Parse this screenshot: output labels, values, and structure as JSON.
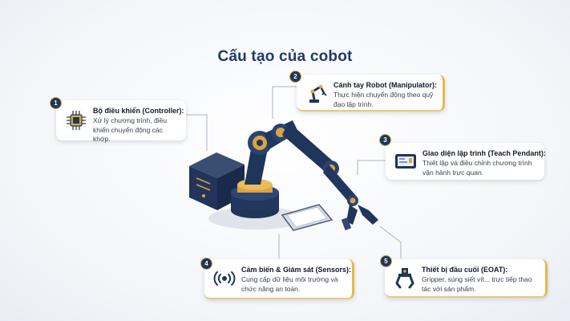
{
  "title": "Cấu tạo của cobot",
  "components": [
    {
      "num": "1",
      "heading": "Bộ điều khiển (Controller):",
      "desc": "Xử lý chương trình, điều khiển chuyển động các khớp.",
      "icon": "cpu-chip-icon"
    },
    {
      "num": "2",
      "heading": "Cánh tay Robot (Manipulator):",
      "desc": "Thực hiện chuyển động theo quỹ đạo lập trình.",
      "icon": "robot-arm-icon"
    },
    {
      "num": "3",
      "heading": "Giao diện lập trình (Teach Pendant):",
      "desc": "Thiết lập và điều chỉnh chương trình vận hành trực quan.",
      "icon": "tablet-screen-icon"
    },
    {
      "num": "4",
      "heading": "Cảm biến & Giám sát (Sensors):",
      "desc": "Cung cấp dữ liệu môi trường và chức năng an toàn.",
      "icon": "signal-waves-icon"
    },
    {
      "num": "5",
      "heading": "Thiết bị đầu cuối (EOAT):",
      "desc": "Gripper, súng siết vít... trực tiếp thao tác với sản phẩm.",
      "icon": "gripper-icon"
    }
  ],
  "colors": {
    "navy": "#1f3559",
    "gold": "#d9a441",
    "title": "#1f3a6b",
    "chip": "#e0a93a"
  }
}
